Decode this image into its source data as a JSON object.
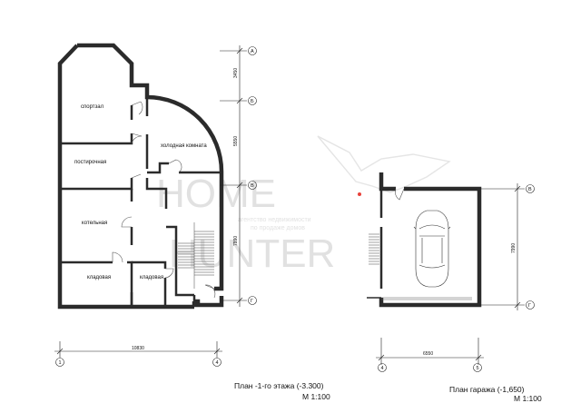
{
  "rooms": {
    "sportzal": "спортзал",
    "kholodnaya": "холодная комната",
    "postirochnaya": "постирочная",
    "kotelnaya": "котельная",
    "kladovaya1": "кладовая",
    "kladovaya2": "кладовая"
  },
  "axes": {
    "a": "А",
    "b": "Б",
    "v1": "В",
    "g1": "Г",
    "v2": "В",
    "g2": "Г",
    "n1": "1",
    "n4a": "4",
    "n4b": "4",
    "n5": "5"
  },
  "dims": {
    "ab": "3450",
    "bv": "5550",
    "vg": "7990",
    "w1": "10830",
    "g_vg": "7990",
    "w2": "6550"
  },
  "watermark": {
    "line1": "HOME",
    "line2": "HUNTER",
    "tagline1": "агентство недвижимости",
    "tagline2": "по продаже домов"
  },
  "captions": {
    "plan1_title": "План -1-го этажа  (-3.300)",
    "plan1_scale": "М 1:100",
    "plan2_title": "План гаража  (-1,650)",
    "plan2_scale": "М 1:100"
  },
  "colors": {
    "wall": "#2b2b2b",
    "marker": "#e8413a"
  }
}
